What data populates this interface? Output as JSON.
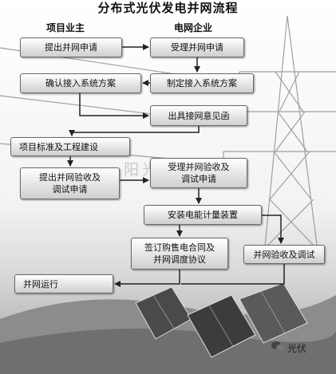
{
  "title": "分布式光伏发电并网流程",
  "columns": {
    "left": "项目业主",
    "right": "电网企业"
  },
  "steps": {
    "s1": "提出并网申请",
    "s2": "受理并网申请",
    "s3": "确认接入系统方案",
    "s4": "制定接入系统方案",
    "s5": "出具接网意见函",
    "s6": "项目标准及工程建设",
    "s7": "提出并网验收及\n调试申请",
    "s8": "受理并网验收及\n调试申请",
    "s9": "安装电能计量装置",
    "s10": "签订购售电合同及\n并网调度协议",
    "s11": "并网验收及调试",
    "s12": "并网运行"
  },
  "watermark": "阳光工匠光伏网",
  "brand": "光伏"
}
